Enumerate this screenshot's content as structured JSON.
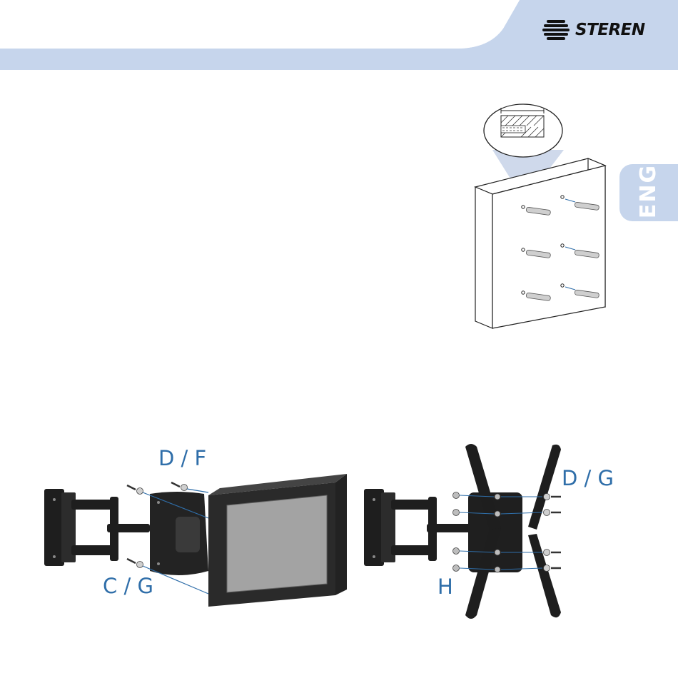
{
  "header": {
    "brand": "STEREN",
    "band_color": "#c6d5ec"
  },
  "side_tab": {
    "label": "ENG",
    "color": "#c6d5ec"
  },
  "figures": {
    "wall_anchor": {},
    "mount_to_tv": {
      "callouts": [
        "D / F",
        "C / G"
      ]
    },
    "bracket_to_vesa": {
      "callouts": [
        "D / G",
        "H"
      ]
    }
  },
  "colors": {
    "accent": "#2f6ea9",
    "ink": "#1a1a1a"
  }
}
